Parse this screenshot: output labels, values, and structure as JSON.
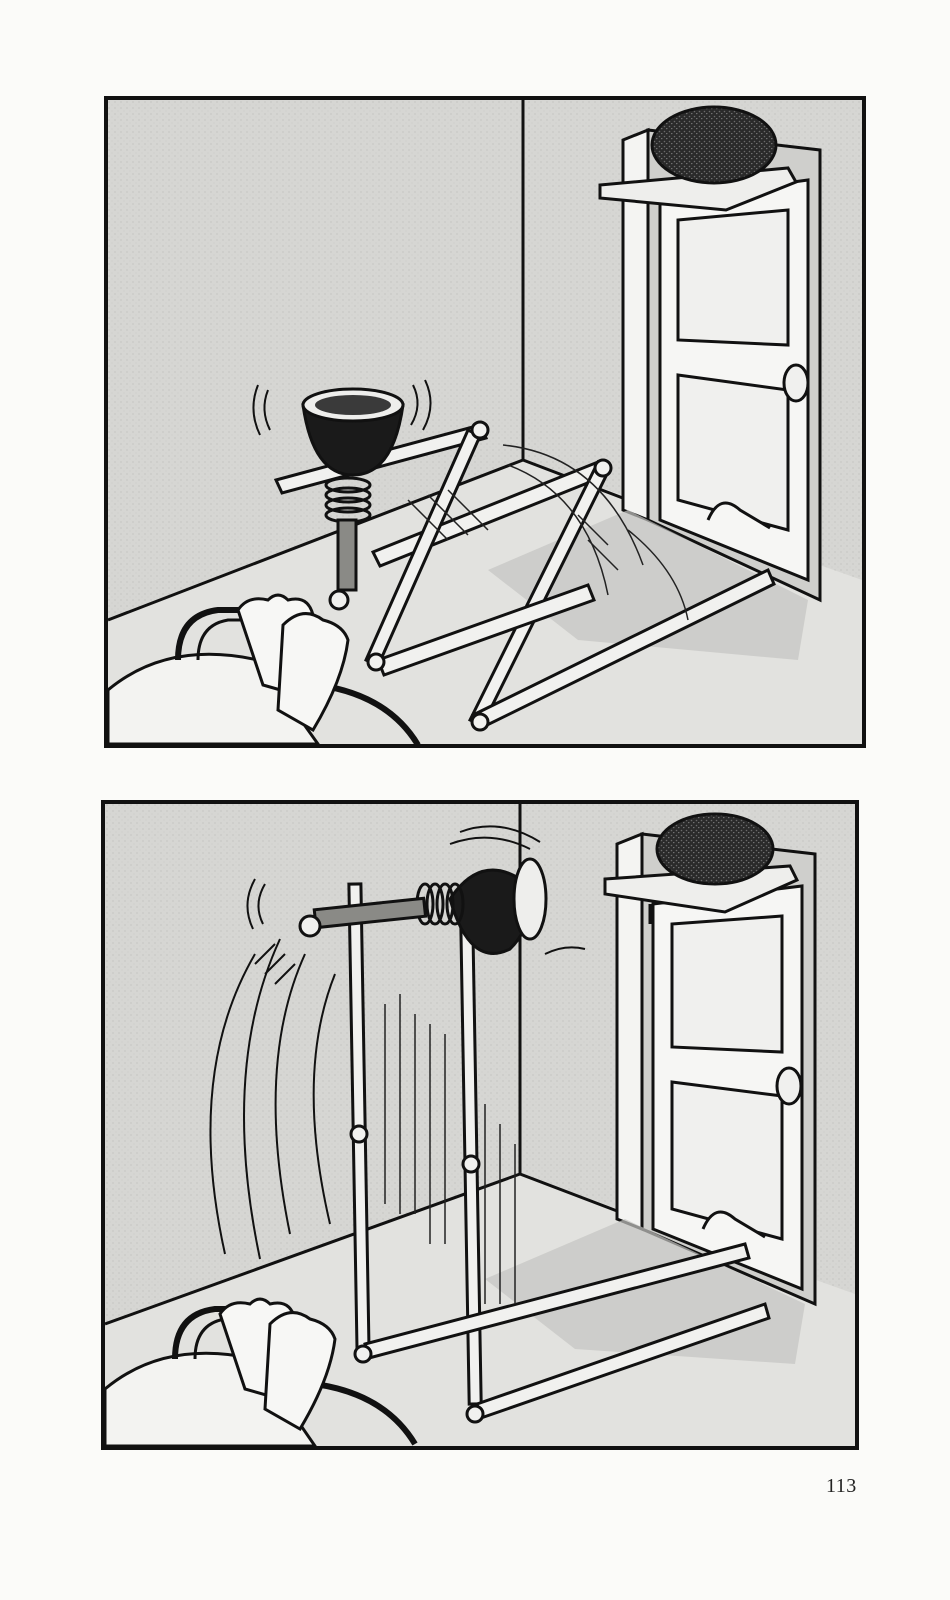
{
  "page": {
    "page_number": "113"
  },
  "panels": [
    {
      "id": "panel-1"
    },
    {
      "id": "panel-2"
    }
  ]
}
